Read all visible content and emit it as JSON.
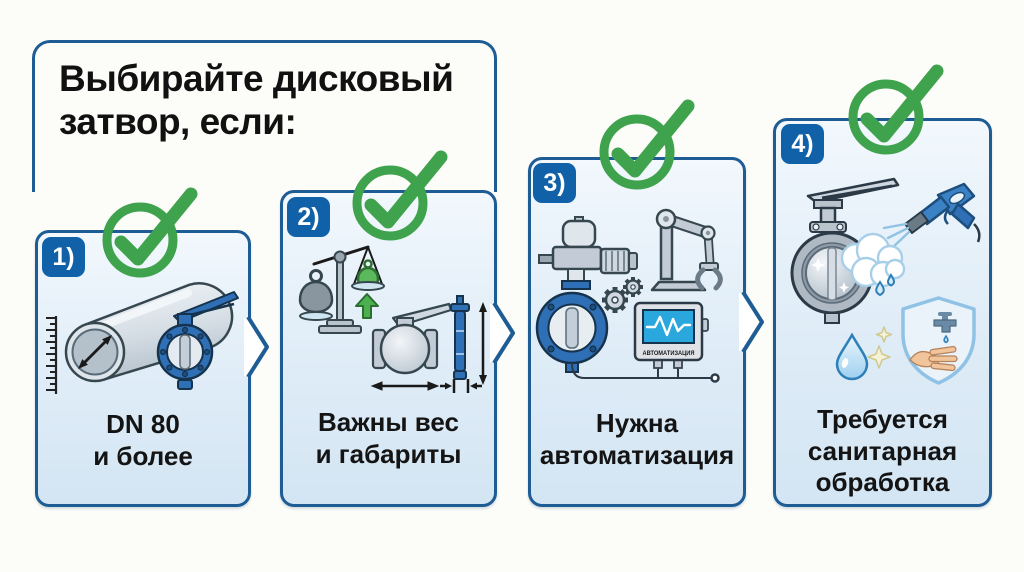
{
  "title": {
    "text": "Выбирайте дисковый\nзатвор, если:"
  },
  "cards": [
    {
      "number": "1)",
      "caption": "DN 80\nи более",
      "illustration": "pipe-with-butterfly-valve-and-ruler"
    },
    {
      "number": "2)",
      "caption": "Важны вес\nи габариты",
      "illustration": "balance-scale-ball-valve-vs-slim-butterfly-valve"
    },
    {
      "number": "3)",
      "caption": "Нужна\nавтоматизация",
      "monitor_label": "АВТОМАТИЗАЦИЯ",
      "illustration": "actuated-valve-robot-arm-control-monitor"
    },
    {
      "number": "4)",
      "caption": "Требуется\nсанитарная\nобработка",
      "illustration": "valve-washdown-spray-drop-hygiene-shield"
    }
  ],
  "colors": {
    "border_blue": "#1E5C94",
    "badge_blue": "#1161A8",
    "check_green": "#3FA24C",
    "valve_blue": "#2F6FB5",
    "screen_blue": "#2AA7DC",
    "card_bg_top": "#F2F8FD",
    "card_bg_bottom": "#D3E5F3",
    "background": "#FCFCF9"
  }
}
